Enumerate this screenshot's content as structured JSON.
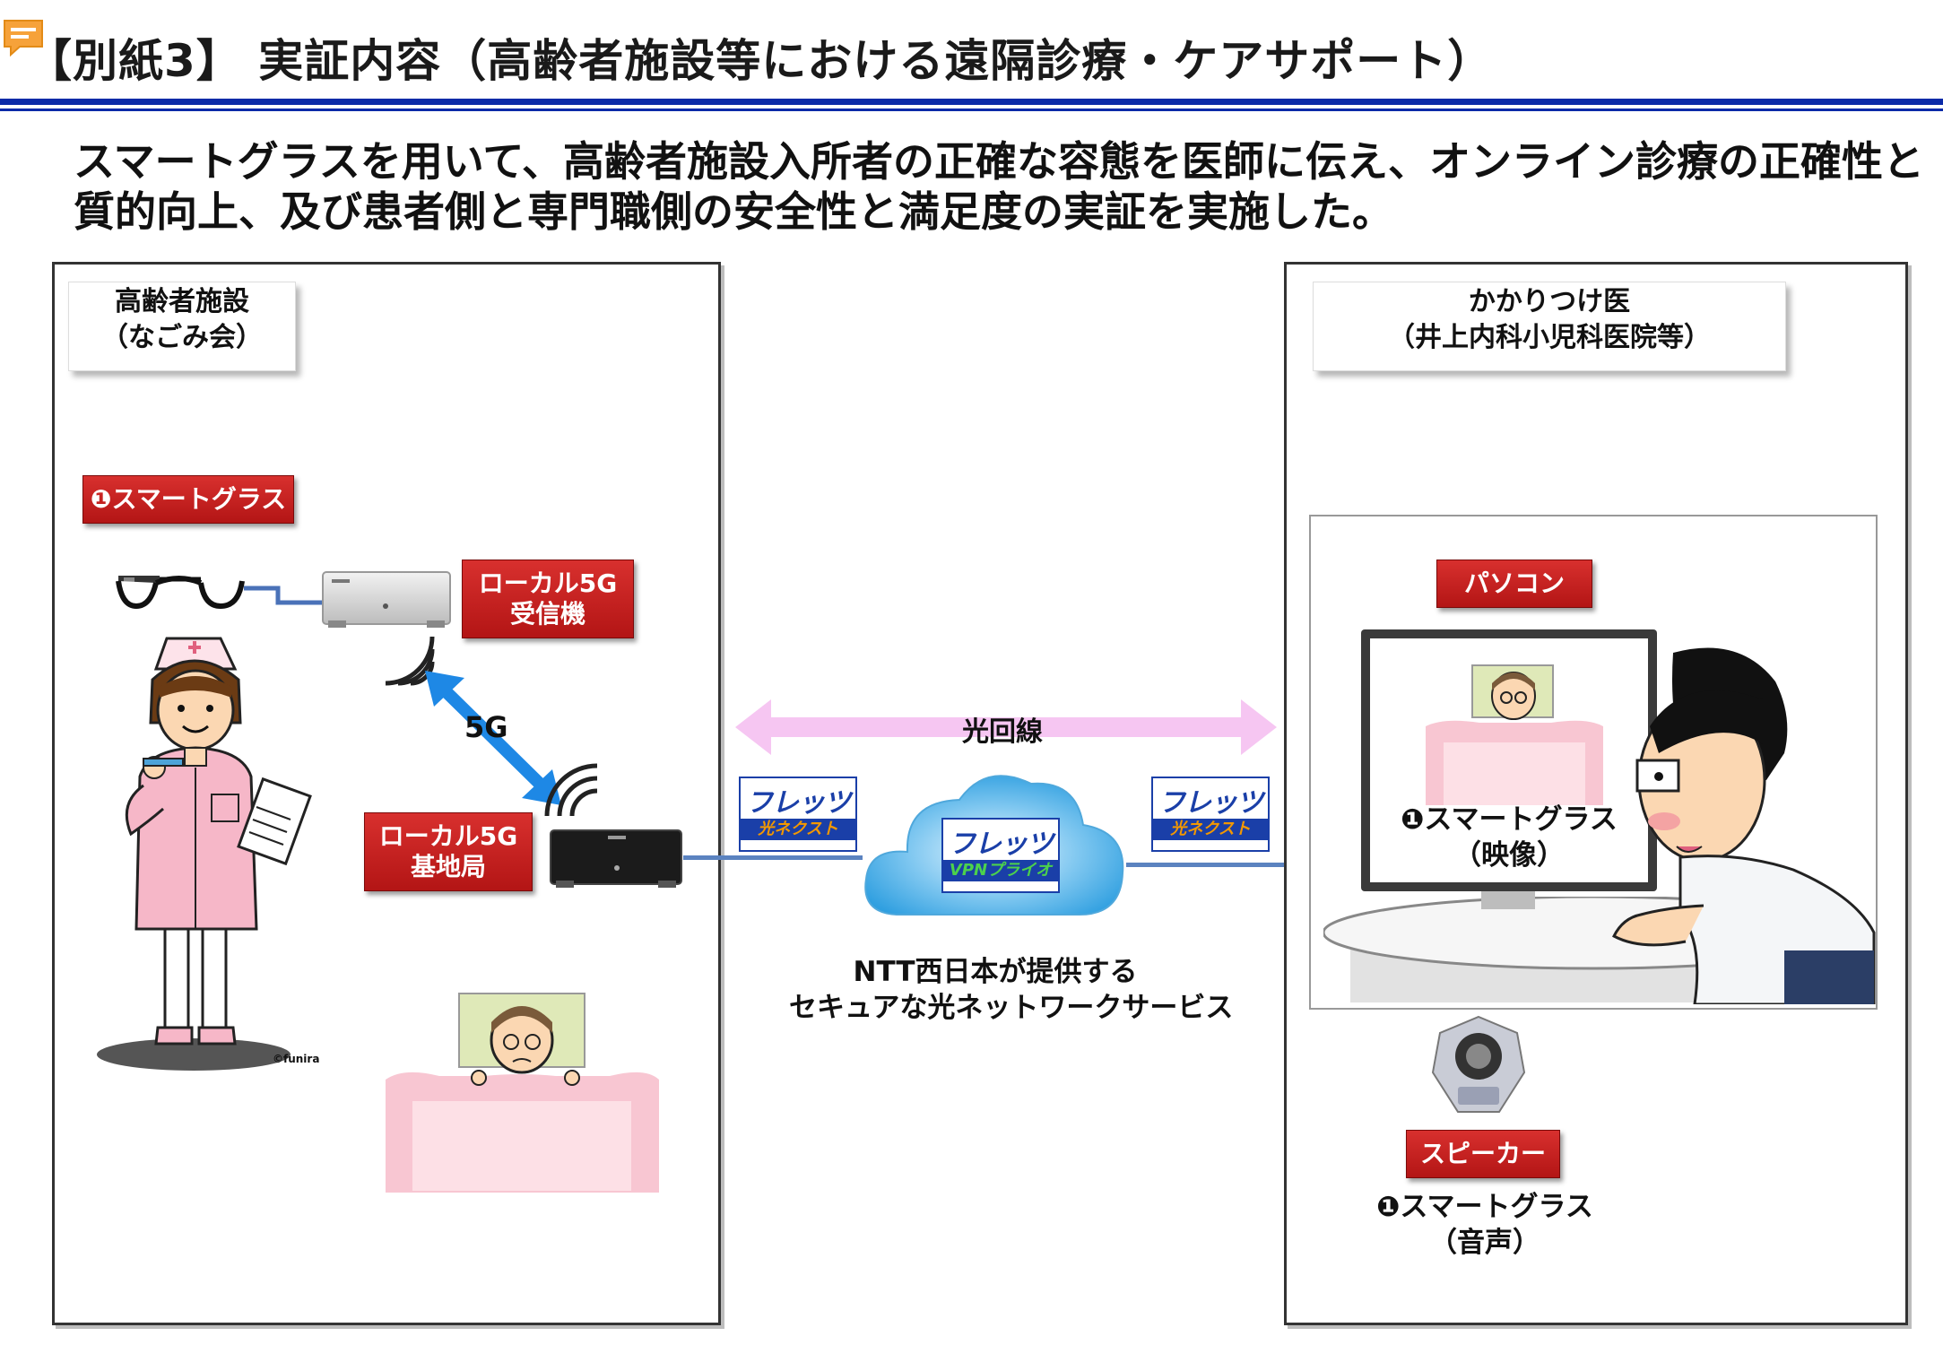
{
  "header": {
    "title": "【別紙3】 実証内容（高齢者施設等における遠隔診療・ケアサポート）"
  },
  "lead": {
    "line1": "スマートグラスを用いて、高齢者施設入所者の正確な容態を医師に伝え、オンライン診療の正確性と",
    "line2": "質的向上、及び患者側と専門職側の安全性と満足度の実証を実施した。"
  },
  "left_panel": {
    "label_line1": "高齢者施設",
    "label_line2": "（なごみ会）",
    "smart_glass_label": "❶スマートグラス",
    "receiver_label_line1": "ローカル5G",
    "receiver_label_line2": "受信機",
    "base_label_line1": "ローカル5G",
    "base_label_line2": "基地局",
    "link_label": "5G",
    "credit": "©funira"
  },
  "network": {
    "fiber_label": "光回線",
    "flets_top": "フレッツ",
    "flets_bottom": "光ネクスト",
    "vpn_top": "フレッツ",
    "vpn_bottom": "VPNプライオ",
    "caption_line1": "NTT西日本が提供する",
    "caption_line2": "セキュアな光ネットワークサービス"
  },
  "right_panel": {
    "label_line1": "かかりつけ医",
    "label_line2": "（井上内科小児科医院等）",
    "pc_label": "パソコン",
    "monitor_caption_line1": "❶スマートグラス",
    "monitor_caption_line2": "（映像）",
    "speaker_label": "スピーカー",
    "speaker_caption_line1": "❶スマートグラス",
    "speaker_caption_line2": "（音声）"
  },
  "colors": {
    "rule": "#0b2aa8",
    "label_red": "#c42020",
    "arrow_blue": "#1e88e5",
    "arrow_pink": "#f6c6f2",
    "cloud_blue": "#2f9fe0"
  }
}
